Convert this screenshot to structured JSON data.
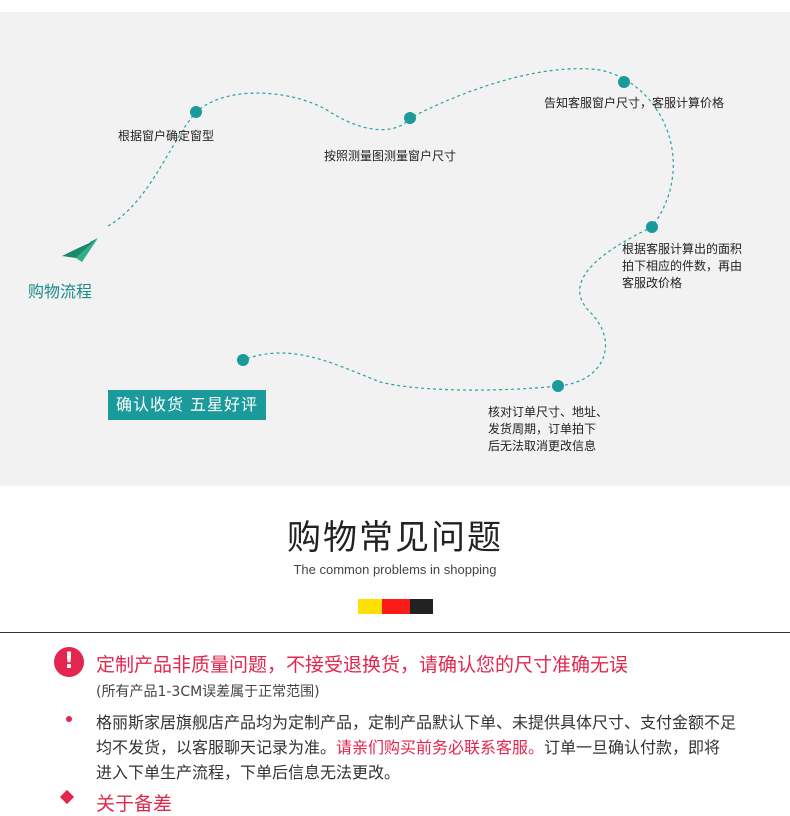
{
  "flow": {
    "title": "购物流程",
    "steps": [
      "根据窗户确定窗型",
      "按照测量图测量窗户尺寸",
      "告知客服窗户尺寸，客服计算价格",
      "根据客服计算出的面积\n拍下相应的件数，再由\n客服改价格",
      "核对订单尺寸、地址、\n发货周期，订单拍下\n后无法取消更改信息"
    ],
    "final_button": "确认收货 五星好评",
    "accent_color": "#1a9a9a"
  },
  "faq": {
    "title": "购物常见问题",
    "subtitle": "The common problems in shopping",
    "color_bar": [
      "#ffe000",
      "#ff1a1a",
      "#222222"
    ],
    "warning_icon": "exclamation-icon",
    "warning_title": "定制产品非质量问题，不接受退换货，请确认您的尺寸准确无误",
    "warning_note": "(所有产品1-3CM误差属于正常范围)",
    "paragraph_before": "格丽斯家居旗舰店产品均为定制产品，定制产品默认下单、未提供具体尺寸、支付金额不足均不发货，以客服聊天记录为准。",
    "paragraph_highlight": "请亲们购买前务必联系客服。",
    "paragraph_after": "订单一旦确认付款，即将进入下单生产流程，下单后信息无法更改。",
    "next_title": "关于备差",
    "accent_color": "#e2264d"
  }
}
